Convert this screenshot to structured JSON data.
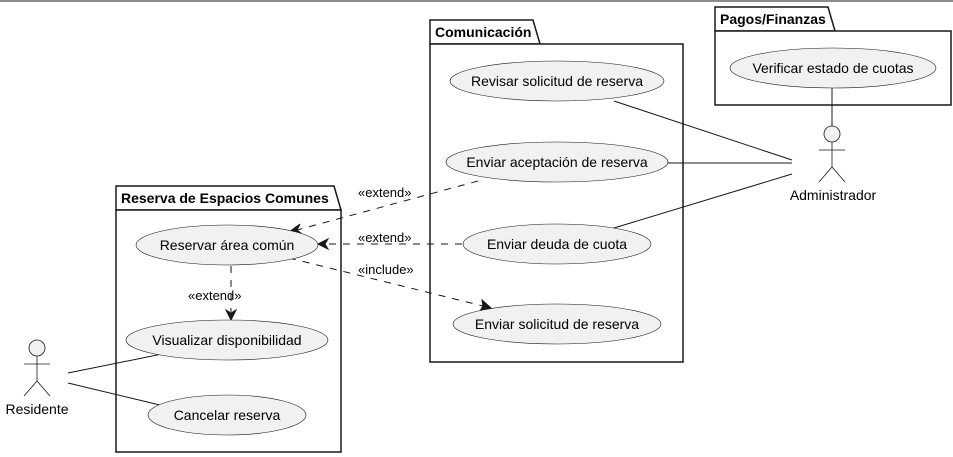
{
  "packages": {
    "reserva": {
      "title": "Reserva de Espacios Comunes"
    },
    "comunicacion": {
      "title": "Comunicación"
    },
    "pagos": {
      "title": "Pagos/Finanzas"
    }
  },
  "use_cases": {
    "reservar": "Reservar área común",
    "visualizar": "Visualizar disponibilidad",
    "cancelar": "Cancelar reserva",
    "revisar": "Revisar solicitud de reserva",
    "aceptacion": "Enviar aceptación de reserva",
    "deuda": "Enviar deuda de cuota",
    "solicitud": "Enviar solicitud de reserva",
    "verificar": "Verificar estado de cuotas"
  },
  "actors": {
    "residente": "Residente",
    "administrador": "Administrador"
  },
  "relations": {
    "extend_aceptacion": "«extend»",
    "extend_deuda": "«extend»",
    "include_solicitud": "«include»",
    "extend_visualizar": "«extend»"
  }
}
